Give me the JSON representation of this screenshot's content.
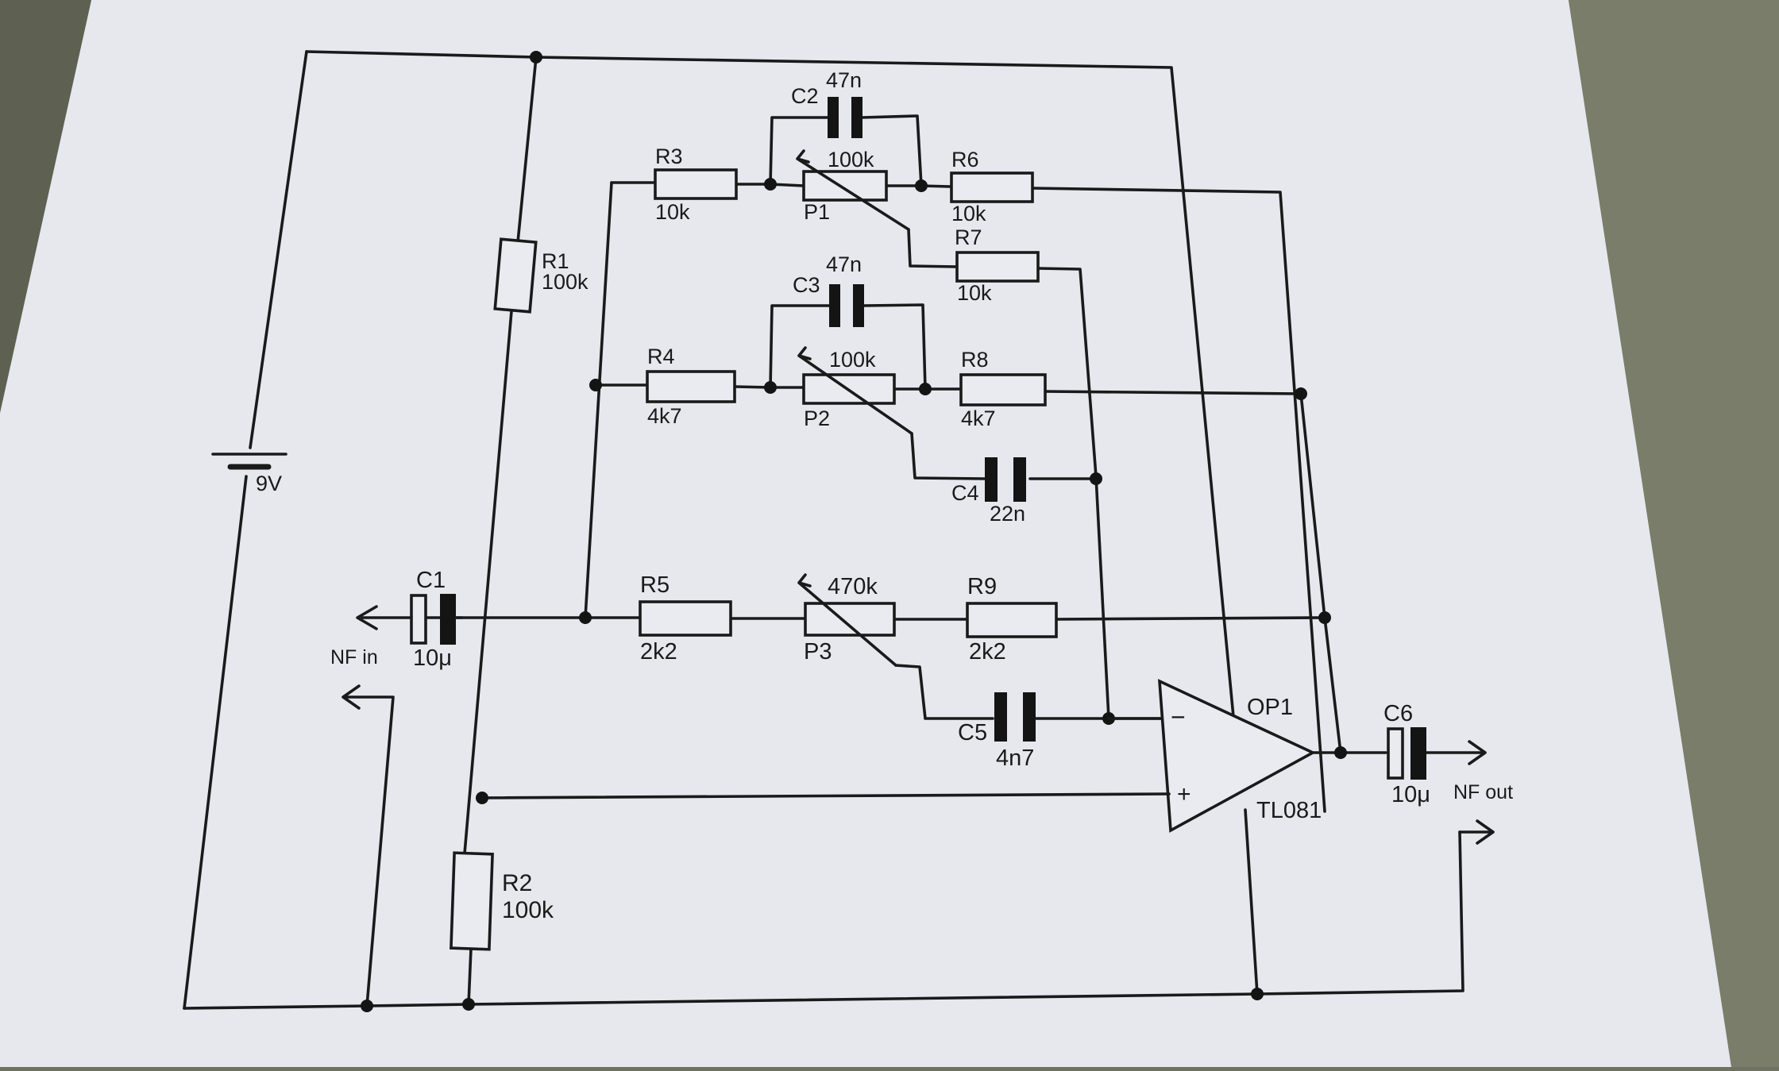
{
  "battery": {
    "label": "9V"
  },
  "resistors": {
    "r1": {
      "name": "R1",
      "value": "100k"
    },
    "r2": {
      "name": "R2",
      "value": "100k"
    },
    "r3": {
      "name": "R3",
      "value": "10k"
    },
    "r4": {
      "name": "R4",
      "value": "4k7"
    },
    "r5": {
      "name": "R5",
      "value": "2k2"
    },
    "r6": {
      "name": "R6",
      "value": "10k"
    },
    "r7": {
      "name": "R7",
      "value": "10k"
    },
    "r8": {
      "name": "R8",
      "value": "4k7"
    },
    "r9": {
      "name": "R9",
      "value": "2k2"
    }
  },
  "potentiometers": {
    "p1": {
      "name": "P1",
      "value": "100k"
    },
    "p2": {
      "name": "P2",
      "value": "100k"
    },
    "p3": {
      "name": "P3",
      "value": "470k"
    }
  },
  "capacitors": {
    "c1": {
      "name": "C1",
      "value": "10μ"
    },
    "c2": {
      "name": "C2",
      "value": "47n"
    },
    "c3": {
      "name": "C3",
      "value": "47n"
    },
    "c4": {
      "name": "C4",
      "value": "22n"
    },
    "c5": {
      "name": "C5",
      "value": "4n7"
    },
    "c6": {
      "name": "C6",
      "value": "10μ"
    }
  },
  "opamp": {
    "name": "OP1",
    "part": "TL081",
    "minus": "−",
    "plus": "+"
  },
  "ports": {
    "input": "NF in",
    "output": "NF out"
  }
}
